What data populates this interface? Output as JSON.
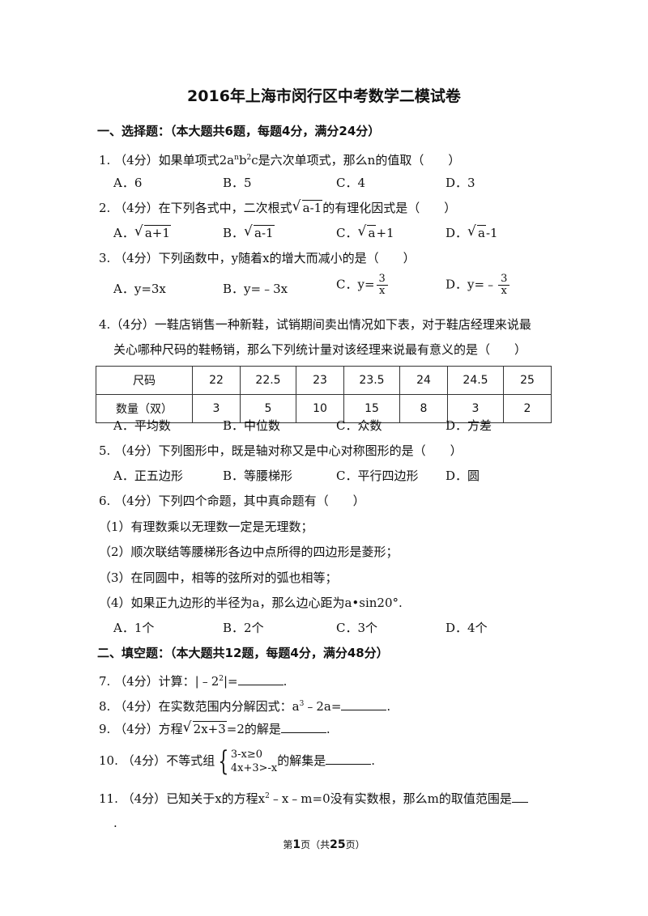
{
  "title": "2016年上海市闵行区中考数学二模试卷",
  "section1": {
    "heading": "一、选择题：（本大题共6题，每题4分，满分24分）"
  },
  "q1": {
    "num": "1.",
    "score": "（4分）",
    "text_a": "如果单项式2a",
    "exp_n": "n",
    "text_b": "b",
    "exp_2": "2",
    "text_c": "c是六次单项式，那么n的值取（　　）",
    "options": [
      "A．6",
      "B．5",
      "C．4",
      "D．3"
    ]
  },
  "q2": {
    "num": "2.",
    "score": "（4分）",
    "text_a": "在下列各式中，二次根式",
    "radicand": "a-1",
    "text_b": "的有理化因式是（　　）",
    "options": [
      {
        "label": "A．",
        "rad": "a+1",
        "after": ""
      },
      {
        "label": "B．",
        "rad": "a-1",
        "after": ""
      },
      {
        "label": "C．",
        "rad": "a",
        "after": "+1"
      },
      {
        "label": "D．",
        "rad": "a",
        "after": "-1"
      }
    ]
  },
  "q3": {
    "num": "3.",
    "score": "（4分）",
    "text": "下列函数中，y随着x的增大而减小的是（　　）",
    "options": [
      {
        "label": "A．",
        "expr": "y=3x"
      },
      {
        "label": "B．",
        "expr": "y=﹣3x"
      },
      {
        "label": "C．",
        "lhs": "y=",
        "num": "3",
        "den": "x"
      },
      {
        "label": "D．",
        "lhs": "y=﹣",
        "num": "3",
        "den": "x"
      }
    ]
  },
  "q4": {
    "num": "4.",
    "score": "（4分）",
    "line1": "一鞋店销售一种新鞋，试销期间卖出情况如下表，对于鞋店经理来说最",
    "line2": "关心哪种尺码的鞋畅销，那么下列统计量对该经理来说最有意义的是（　　）",
    "table": {
      "row1": [
        "尺码",
        "22",
        "22.5",
        "23",
        "23.5",
        "24",
        "24.5",
        "25"
      ],
      "row2": [
        "数量（双）",
        "3",
        "5",
        "10",
        "15",
        "8",
        "3",
        "2"
      ]
    },
    "options": [
      "A．平均数",
      "B．中位数",
      "C．众数",
      "D．方差"
    ]
  },
  "q5": {
    "num": "5.",
    "score": "（4分）",
    "text": "下列图形中，既是轴对称又是中心对称图形的是（　　）",
    "options": [
      "A．正五边形",
      "B．等腰梯形",
      "C．平行四边形",
      "D．圆"
    ]
  },
  "q6": {
    "num": "6.",
    "score": "（4分）",
    "text": "下列四个命题，其中真命题有（　　）",
    "props": [
      "（1）有理数乘以无理数一定是无理数；",
      "（2）顺次联结等腰梯形各边中点所得的四边形是菱形；",
      "（3）在同圆中，相等的弦所对的弧也相等；",
      "（4）如果正九边形的半径为a，那么边心距为a•sin20°."
    ],
    "options": [
      "A．1个",
      "B．2个",
      "C．3个",
      "D．4个"
    ]
  },
  "section2": {
    "heading": "二、填空题：（本大题共12题，每题4分，满分48分）"
  },
  "q7": {
    "num": "7.",
    "score": "（4分）",
    "text_a": "计算：|﹣2",
    "exp": "2",
    "text_b": "|=",
    "end": "."
  },
  "q8": {
    "num": "8.",
    "score": "（4分）",
    "text_a": "在实数范围内分解因式：a",
    "exp": "3",
    "text_b": "﹣2a=",
    "end": "."
  },
  "q9": {
    "num": "9.",
    "score": "（4分）",
    "text_a": "方程",
    "radicand": "2x+3",
    "text_b": "=2的解是",
    "end": "."
  },
  "q10": {
    "num": "10.",
    "score": "（4分）",
    "text_a": "不等式组",
    "ineq1": "3-x≥0",
    "ineq2": "4x+3>-x",
    "text_b": "的解集是",
    "end": "."
  },
  "q11": {
    "num": "11.",
    "score": "（4分）",
    "text_a": "已知关于x的方程x",
    "exp": "2",
    "text_b": "﹣x﹣m=0没有实数根，那么m的取值范围是",
    "end": "."
  },
  "footer": {
    "a": "第",
    "page": "1",
    "b": "页（共",
    "total": "25",
    "c": "页）"
  }
}
